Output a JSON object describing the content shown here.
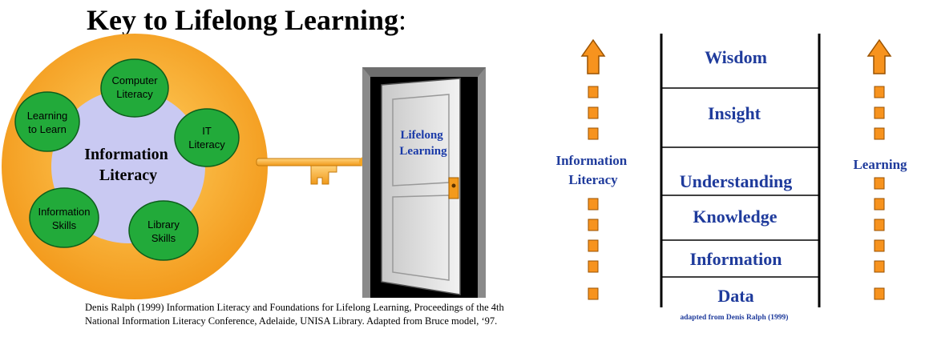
{
  "title": {
    "main": "Key to Lifelong Learning",
    "colon": ":"
  },
  "left_diagram": {
    "center": [
      "Information",
      "Literacy"
    ],
    "bubbles": [
      {
        "id": "computer",
        "lines": [
          "Computer",
          "Literacy"
        ]
      },
      {
        "id": "it",
        "lines": [
          "IT",
          "Literacy"
        ]
      },
      {
        "id": "library",
        "lines": [
          "Library",
          "Skills"
        ]
      },
      {
        "id": "information-skills",
        "lines": [
          "Information",
          "Skills"
        ]
      },
      {
        "id": "learning",
        "lines": [
          "Learning",
          "to Learn"
        ]
      }
    ],
    "door_label": [
      "Lifelong",
      "Learning"
    ],
    "citation": "Denis Ralph (1999) Information Literacy and Foundations for Lifelong Learning, Proceedings of the 4th National Information Literacy Conference, Adelaide, UNISA Library. Adapted from Bruce model, ‘97."
  },
  "right_diagram": {
    "levels": [
      "Wisdom",
      "Insight",
      "Understanding",
      "Knowledge",
      "Information",
      "Data"
    ],
    "left_label": [
      "Information",
      "Literacy"
    ],
    "right_label": "Learning",
    "credit": "adapted from Denis Ralph (1999)"
  },
  "colors": {
    "outer_ring": "#f7a52a",
    "inner_disc": "#c9c9f2",
    "bubble": "#22aa3a",
    "key": "#f5a623",
    "text_blue": "#1f3b9c",
    "arrow": "#f7931e"
  }
}
